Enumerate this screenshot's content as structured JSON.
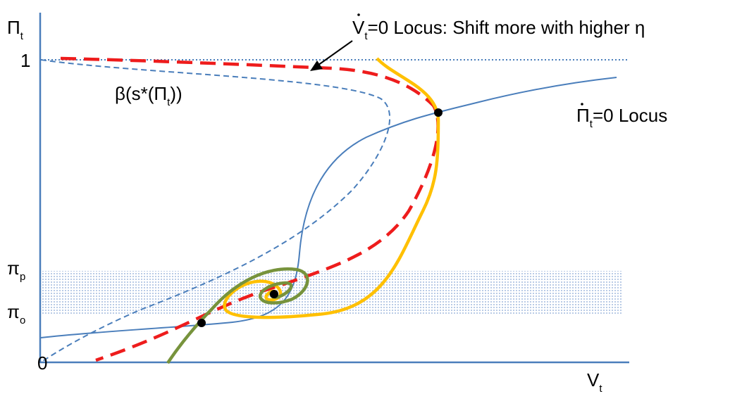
{
  "axes": {
    "y_label": "Π",
    "y_label_sub": "t",
    "x_label": "V",
    "x_label_sub": "t",
    "origin": "0",
    "y_one": "1",
    "pi_p": "π",
    "pi_p_sub": "p",
    "pi_o": "π",
    "pi_o_sub": "o"
  },
  "curves": {
    "beta": {
      "pre": "β(s*(Π",
      "sub": "t",
      "post": "))"
    },
    "pi_locus": {
      "pre": "Π",
      "sub": "t",
      "post": "=0 Locus"
    },
    "v_locus": {
      "pre": "V",
      "sub": "t",
      "post": "=0 Locus: Shift more with higher η"
    }
  },
  "colors": {
    "axis": "#4a7ebb",
    "blue_curve": "#4a7ebb",
    "red_dashed": "#ee1c1c",
    "orange": "#ffc000",
    "green": "#77933c",
    "band": "#c5d5ec",
    "dot": "#000000"
  }
}
